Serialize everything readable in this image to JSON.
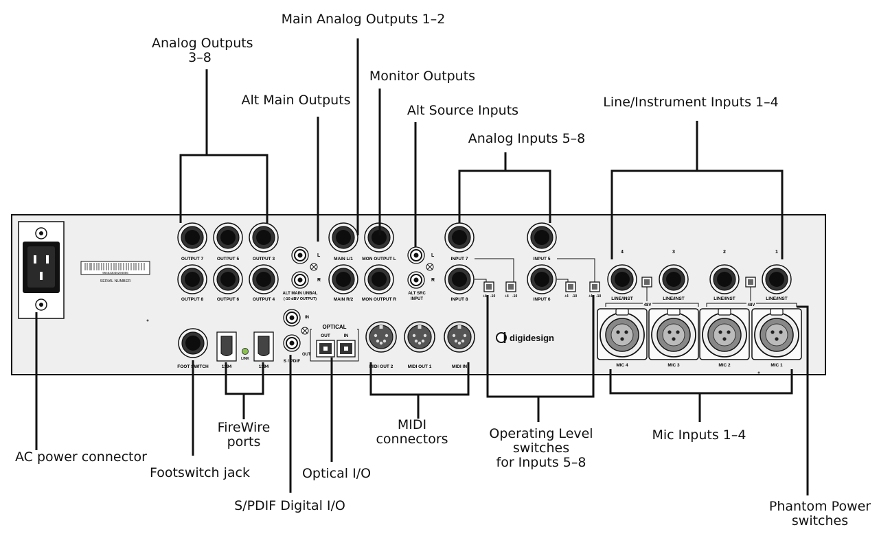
{
  "callouts": {
    "analog_outputs_3_8": [
      "Analog Outputs",
      "3–8"
    ],
    "main_analog_outputs": "Main Analog Outputs 1–2",
    "monitor_outputs": "Monitor Outputs",
    "alt_main_outputs": "Alt Main Outputs",
    "alt_source_inputs": "Alt Source Inputs",
    "analog_inputs_5_8": "Analog Inputs 5–8",
    "line_inst_inputs": "Line/Instrument Inputs 1–4",
    "ac_power": "AC power connector",
    "footswitch": "Footswitch jack",
    "firewire": [
      "FireWire",
      "ports"
    ],
    "spdif": "S/PDIF Digital I/O",
    "optical": "Optical I/O",
    "midi": [
      "MIDI",
      "connectors"
    ],
    "operating_level": [
      "Operating Level",
      "switches",
      "for Inputs 5–8"
    ],
    "mic_inputs": "Mic Inputs 1–4",
    "phantom": [
      "Phantom Power",
      "switches"
    ]
  },
  "panel": {
    "serial_number": "964533030294856",
    "serial_label": "SERIAL NUMBER",
    "output7": "OUTPUT 7",
    "output5": "OUTPUT 5",
    "output3": "OUTPUT 3",
    "output8": "OUTPUT 8",
    "output6": "OUTPUT 6",
    "output4": "OUTPUT 4",
    "alt_main_unbal": "ALT MAIN UNBAL",
    "alt_main_unbal_2": "(-10 dBV OUTPUT)",
    "rca_l": "L",
    "rca_r": "R",
    "main_l1": "MAIN L/1",
    "main_r2": "MAIN R/2",
    "mon_output_l": "MON OUTPUT L",
    "mon_output_r": "MON OUTPUT R",
    "alt_src_input": "ALT SRC",
    "alt_src_input_2": "INPUT",
    "input7": "INPUT 7",
    "input8": "INPUT 8",
    "input5": "INPUT 5",
    "input6": "INPUT 6",
    "level_plus4": "+4",
    "level_minus10": "-10",
    "ch4": "4",
    "ch3": "3",
    "ch2": "2",
    "ch1": "1",
    "line_inst": "LINE/INST",
    "v48": "48V",
    "mic4": "MIC 4",
    "mic3": "MIC 3",
    "mic2": "MIC 2",
    "mic1": "MIC 1",
    "foot_switch": "FOOT SWITCH",
    "fw1394": "1394",
    "link": "LINK",
    "spdif_in": "IN",
    "spdif_out": "OUT",
    "spdif_label": "S / PDIF",
    "optical_title": "OPTICAL",
    "optical_out": "OUT",
    "optical_in": "IN",
    "midi_out2": "MIDI OUT 2",
    "midi_out1": "MIDI OUT 1",
    "midi_in": "MIDI IN",
    "brand": "digidesign"
  }
}
